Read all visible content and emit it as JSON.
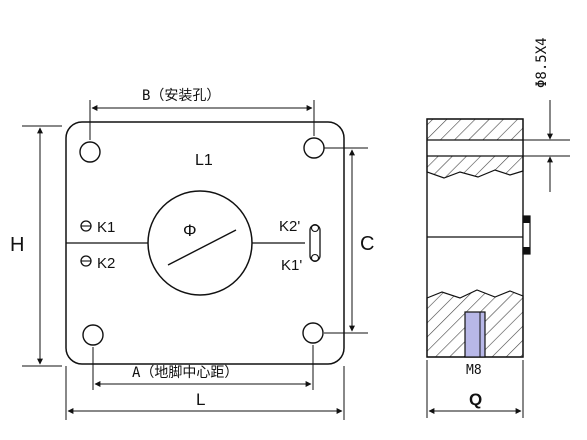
{
  "labels": {
    "b_holes": "B（安装孔）",
    "a_feet": "A（地脚中心距）",
    "l_width": "L",
    "h_height": "H",
    "c_dim": "C",
    "l1": "L1",
    "phi": "Φ",
    "k1": "K1",
    "k2": "K2",
    "k2p": "K2'",
    "k1p": "K1'",
    "hole_spec": "Φ8.5X4",
    "thread": "M8",
    "q_depth": "Q"
  },
  "colors": {
    "line": "#111111",
    "hatch": "#444444",
    "thread_fill": "#b8b8e8"
  }
}
